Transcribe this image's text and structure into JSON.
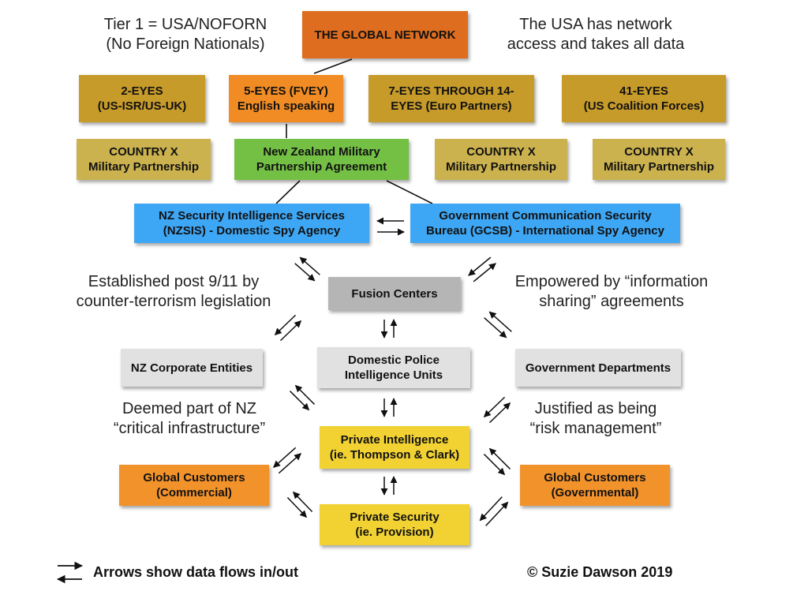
{
  "colors": {
    "dark_orange": "#de6d1f",
    "orange": "#f08c23",
    "gold": "#c79b2a",
    "light_gold": "#cbb24e",
    "green": "#74c045",
    "blue": "#3ea7f5",
    "gray": "#b5b5b5",
    "light_gray": "#e1e1e1",
    "yellow": "#f2d232",
    "mid_orange": "#f2922a"
  },
  "notes": {
    "tier1": [
      "Tier 1 = USA/NOFORN",
      "(No Foreign Nationals)"
    ],
    "usa": [
      "The USA has network",
      "access and takes all data"
    ],
    "post911": [
      "Established post 9/11 by",
      "counter-terrorism legislation"
    ],
    "empowered": [
      "Empowered by “information",
      "sharing” agreements"
    ],
    "deemed": [
      "Deemed part of NZ",
      "“critical infrastructure”"
    ],
    "justified": [
      "Justified as being",
      "“risk management”"
    ]
  },
  "boxes": {
    "global_network": [
      "THE GLOBAL NETWORK"
    ],
    "two_eyes": [
      "2-EYES",
      "(US-ISR/US-UK)"
    ],
    "five_eyes": [
      "5-EYES (FVEY)",
      "English speaking"
    ],
    "seven_eyes": [
      "7-EYES THROUGH 14-",
      "EYES (Euro Partners)"
    ],
    "forty_one_eyes": [
      "41-EYES",
      "(US Coalition Forces)"
    ],
    "country_x_1": [
      "COUNTRY X",
      "Military Partnership"
    ],
    "nz_military": [
      "New Zealand Military",
      "Partnership Agreement"
    ],
    "country_x_2": [
      "COUNTRY X",
      "Military Partnership"
    ],
    "country_x_3": [
      "COUNTRY X",
      "Military Partnership"
    ],
    "nzsis": [
      "NZ Security Intelligence Services",
      "(NZSIS) - Domestic Spy Agency"
    ],
    "gcsb": [
      "Government Communication Security",
      "Bureau (GCSB) - International Spy Agency"
    ],
    "fusion": [
      "Fusion Centers"
    ],
    "nz_corporate": [
      "NZ Corporate Entities"
    ],
    "police": [
      "Domestic Police",
      "Intelligence Units"
    ],
    "gov_departments": [
      "Government Departments"
    ],
    "private_intel": [
      "Private Intelligence",
      "(ie. Thompson & Clark)"
    ],
    "global_commercial": [
      "Global Customers",
      "(Commercial)"
    ],
    "global_governmental": [
      "Global Customers",
      "(Governmental)"
    ],
    "private_security": [
      "Private Security",
      "(ie. Provision)"
    ]
  },
  "footer": {
    "legend": "Arrows show data flows in/out",
    "copyright": "©  Suzie Dawson 2019"
  }
}
